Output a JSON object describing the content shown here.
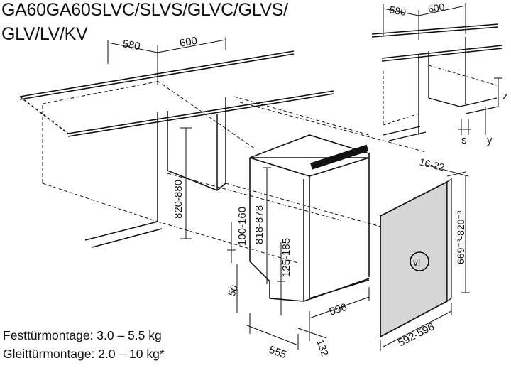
{
  "title": {
    "line1": "GA60GA60SLVC/SLVS/GLVC/GLVS/",
    "line2": "GLV/LV/KV"
  },
  "dimensions": {
    "niche_depth": "580",
    "niche_width": "600",
    "niche_height": "820-880",
    "appliance_height": "818-878",
    "plinth_height": "100-160",
    "plinth_range": "125-185",
    "plinth_setback": "50",
    "appliance_depth": "555",
    "appliance_width": "596",
    "toe_kick": "132",
    "panel_thickness": "16-22",
    "panel_height": "669⁻³-820⁻³",
    "panel_width": "592-596",
    "inset_depth": "580",
    "inset_width": "600",
    "inset_z": "z",
    "inset_s": "s",
    "inset_y": "y",
    "panel_symbol": "vl"
  },
  "weights": {
    "fixed_door": "Festtürmontage: 3.0 – 5.5 kg",
    "sliding_door": "Gleittürmontage: 2.0 – 10 kg*"
  },
  "colors": {
    "line": "#111111",
    "panel_fill": "#d6d6d6",
    "text": "#111111"
  }
}
